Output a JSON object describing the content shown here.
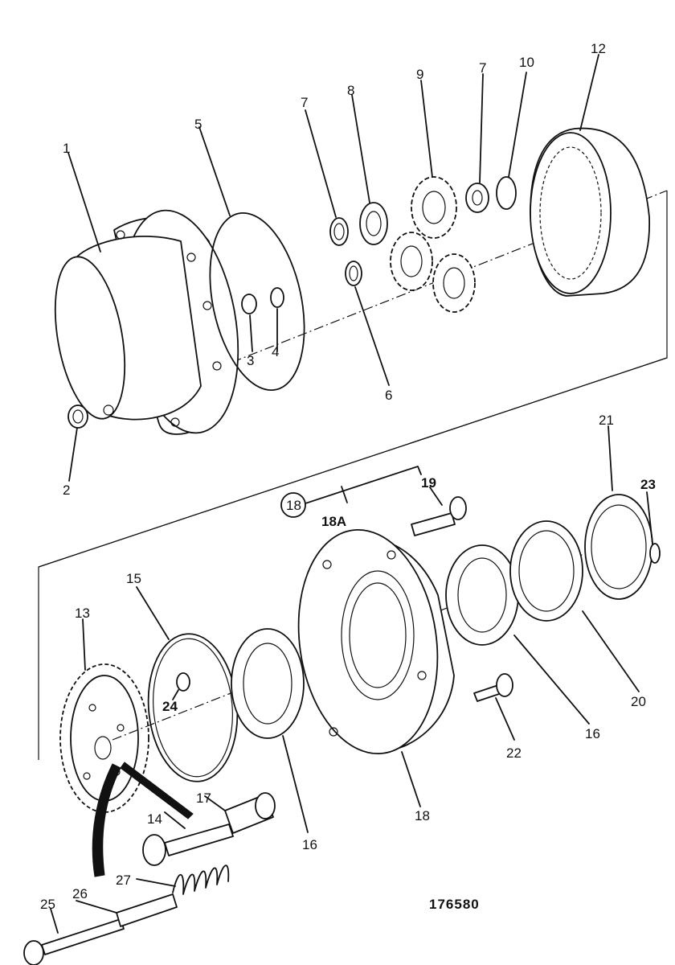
{
  "labels": {
    "l1": "1",
    "l2": "2",
    "l3": "3",
    "l4": "4",
    "l5": "5",
    "l6": "6",
    "l7a": "7",
    "l7b": "7",
    "l8": "8",
    "l9": "9",
    "l10": "10",
    "l12": "12",
    "l13": "13",
    "l14": "14",
    "l15": "15",
    "l16a": "16",
    "l16b": "16",
    "l17": "17",
    "l18": "18",
    "l18circ": "18",
    "l18A": "18A",
    "l19": "19",
    "l20": "20",
    "l21": "21",
    "l22": "22",
    "l23": "23",
    "l24": "24",
    "l25": "25",
    "l26": "26",
    "l27": "27"
  },
  "reference_number": "176580"
}
